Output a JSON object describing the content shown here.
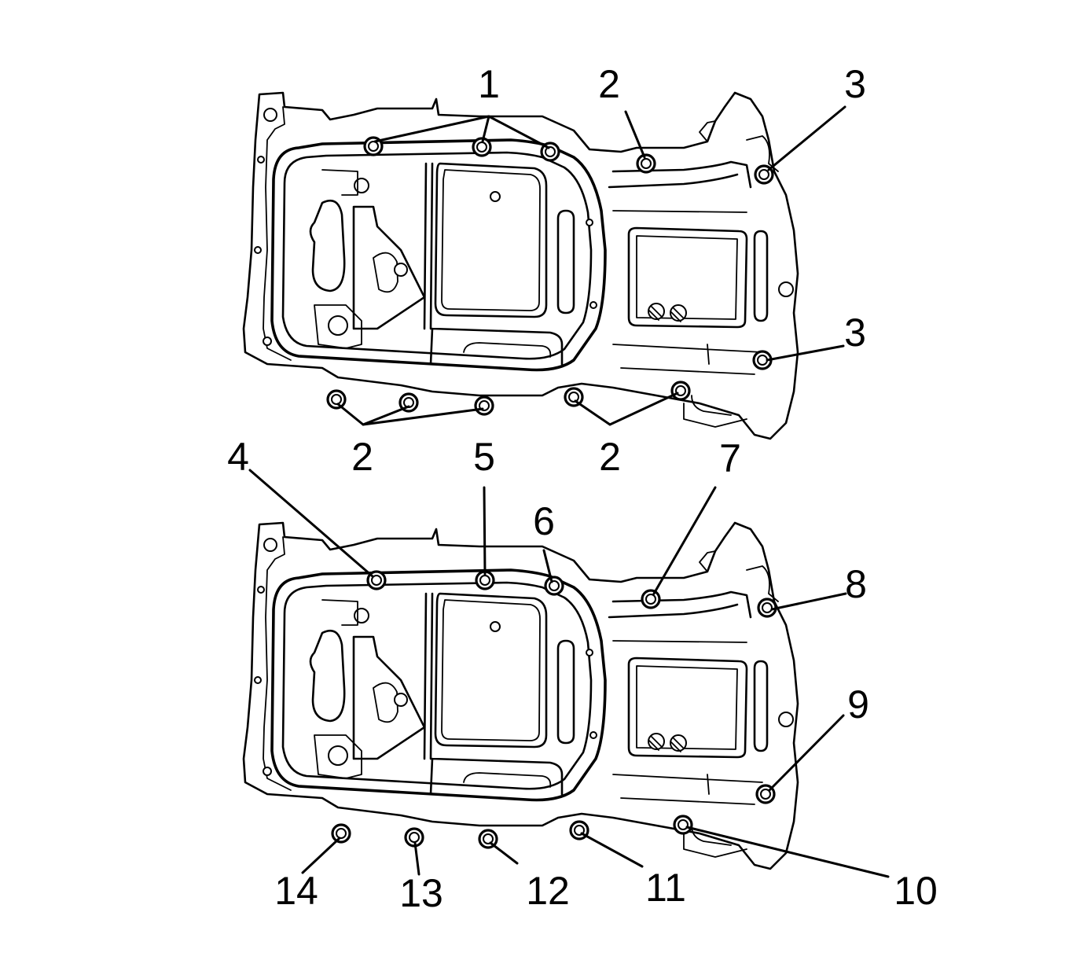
{
  "diagram": {
    "top_view": {
      "callouts": [
        "1",
        "2",
        "3",
        "3",
        "2",
        "2"
      ]
    },
    "bottom_view": {
      "callouts": [
        "4",
        "5",
        "6",
        "7",
        "8",
        "9",
        "10",
        "11",
        "12",
        "13",
        "14"
      ]
    },
    "colors": {
      "line": "#000000",
      "background": "#ffffff"
    }
  }
}
